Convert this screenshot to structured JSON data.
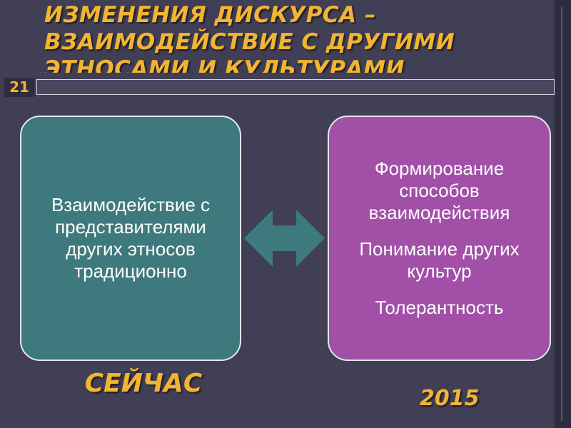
{
  "slide": {
    "title_lines": [
      "ИЗМЕНЕНИЯ ДИСКУРСА –",
      "ВЗАИМОДЕЙСТВИЕ С ДРУГИМИ",
      "ЭТНОСАМИ И КУЛЬТУРАМИ"
    ],
    "number": "21"
  },
  "left_box": {
    "text": "Взаимодействие с представителями других этносов традиционно"
  },
  "right_box": {
    "items": [
      "Формирование способов взаимодействия",
      "Понимание других культур",
      "Толерантность"
    ]
  },
  "labels": {
    "now": "СЕЙЧАС",
    "year": "2015"
  },
  "colors": {
    "background": "#413f55",
    "accent_gold": "#f2b531",
    "left_box": "#3e7a7d",
    "right_box": "#a24fa8",
    "arrow": "#3e7a7d"
  },
  "icons": {
    "arrow": "double-headed-arrow-icon"
  }
}
